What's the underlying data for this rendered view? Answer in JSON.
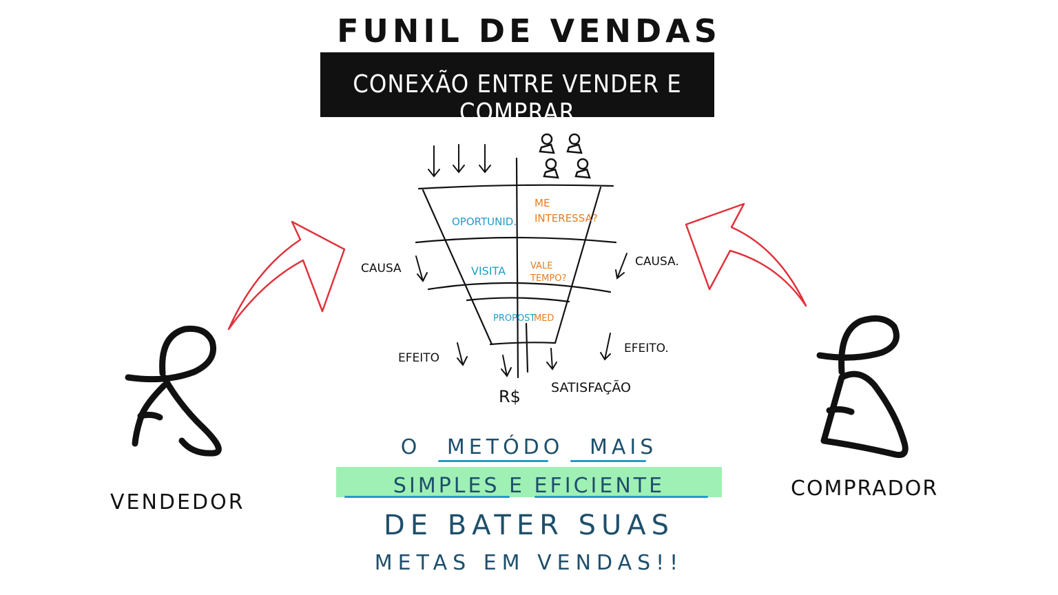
{
  "header": {
    "title": "FUNIL DE VENDAS",
    "subtitle": "CONEXÃO ENTRE VENDER E COMPRAR"
  },
  "people": {
    "seller": "VENDEDOR",
    "buyer": "COMPRADOR"
  },
  "funnel": {
    "stages_left": [
      "OPORTUNID.",
      "VISITA",
      "PROPOST"
    ],
    "stages_right": [
      "ME INTERESSA?",
      "VALE TEMPO?",
      "MED"
    ],
    "cause_left": "CAUSA",
    "cause_right": "CAUSA.",
    "effect_left": "EFEITO",
    "effect_right": "EFEITO.",
    "result_left": "R$",
    "result_right": "SATISFAÇÃO"
  },
  "slogan": {
    "line1_a": "O",
    "line1_b": "METÓDO",
    "line1_c": "MAIS",
    "line2": "SIMPLES E EFICIENTE",
    "line3": "DE BATER SUAS",
    "line4": "METAS EM VENDAS!!"
  },
  "colors": {
    "ink": "#111111",
    "arrow_red": "#e0323c",
    "stage_blue": "#1f9cc7",
    "stage_orange": "#e57d1f",
    "slogan_teal": "#1e4f6b",
    "highlight_green": "#9ff0b4"
  }
}
